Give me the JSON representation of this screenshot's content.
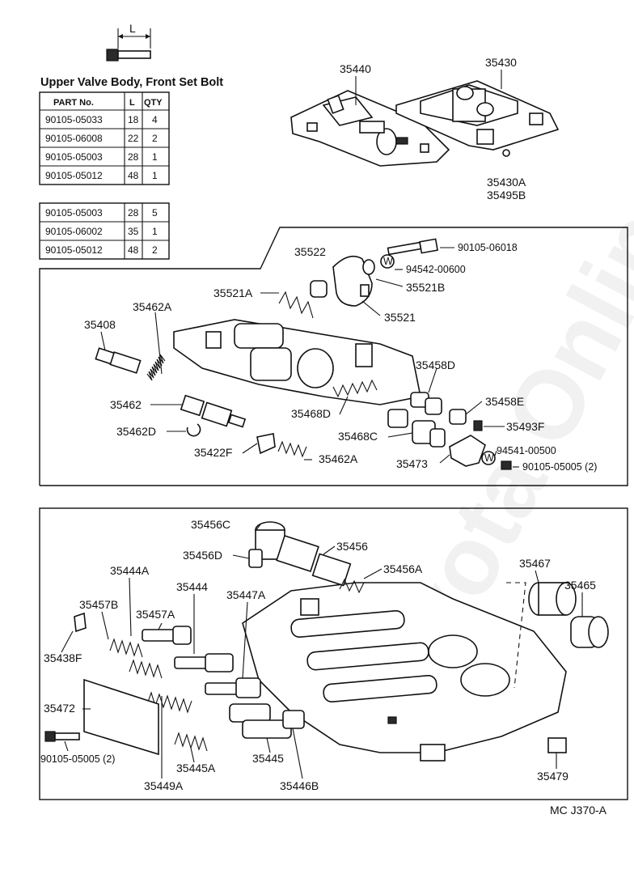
{
  "watermark": "Toyota Online",
  "bolt_table": {
    "dimension_label": "L",
    "title": "Upper Valve Body, Front Set Bolt",
    "headers": [
      "PART No.",
      "L",
      "QTY"
    ],
    "rows": [
      [
        "90105-05033",
        "18",
        "4"
      ],
      [
        "90105-06008",
        "22",
        "2"
      ],
      [
        "90105-05003",
        "28",
        "1"
      ],
      [
        "90105-05012",
        "48",
        "1"
      ]
    ]
  },
  "bolt_table_2": {
    "rows": [
      [
        "90105-05003",
        "28",
        "5"
      ],
      [
        "90105-06002",
        "35",
        "1"
      ],
      [
        "90105-05012",
        "48",
        "2"
      ]
    ]
  },
  "top_labels": {
    "p35440": "35440",
    "p35430": "35430",
    "p35430a": "35430A",
    "p35495b": "35495B"
  },
  "mid_labels": {
    "p35522": "35522",
    "p90105_06018": "90105-06018",
    "p94542": "94542-00600",
    "p35521a": "35521A",
    "p35521b": "35521B",
    "p35521": "35521",
    "p35462a_top": "35462A",
    "p35408": "35408",
    "p35458d": "35458D",
    "p35462": "35462",
    "p35458e": "35458E",
    "p35468d": "35468D",
    "p35493f": "35493F",
    "p35462d": "35462D",
    "p35468c": "35468C",
    "p35422f": "35422F",
    "p35462a_bot": "35462A",
    "p94541": "94541-00500",
    "p35473": "35473",
    "p90105_05005": "90105-05005 (2)",
    "washer_mark": "W"
  },
  "bottom_labels": {
    "p35456c": "35456C",
    "p35456": "35456",
    "p35456d": "35456D",
    "p35456a": "35456A",
    "p35467": "35467",
    "p35444a": "35444A",
    "p35465": "35465",
    "p35444": "35444",
    "p35447a": "35447A",
    "p35457b": "35457B",
    "p35457a": "35457A",
    "p35438f": "35438F",
    "p35472": "35472",
    "p90105_05005": "90105-05005 (2)",
    "p35445": "35445",
    "p35445a": "35445A",
    "p35479": "35479",
    "p35449a": "35449A",
    "p35446b": "35446B"
  },
  "footer_code": "MC  J370-A"
}
